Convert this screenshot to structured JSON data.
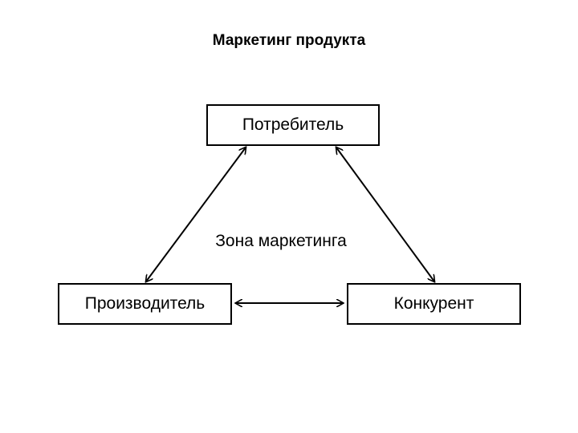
{
  "diagram": {
    "title": "Маркетинг продукта",
    "zone_label": "Зона маркетинга",
    "nodes": {
      "consumer": "Потребитель",
      "producer": "Производитель",
      "competitor": "Конкурент"
    },
    "edges": [
      {
        "from": "consumer",
        "to": "producer",
        "direction": "both"
      },
      {
        "from": "consumer",
        "to": "competitor",
        "direction": "both"
      },
      {
        "from": "producer",
        "to": "competitor",
        "direction": "both"
      }
    ],
    "colors": {
      "line": "#000000",
      "background": "#ffffff"
    }
  }
}
